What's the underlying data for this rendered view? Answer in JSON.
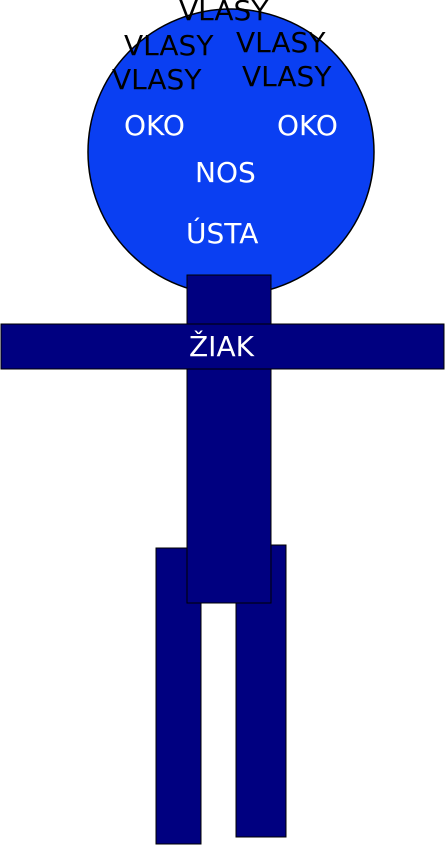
{
  "colors": {
    "head_fill": "#0a3ff2",
    "body_fill": "#000080",
    "outline": "#000000",
    "hair_text": "#000000",
    "face_text": "#ffffff"
  },
  "labels": {
    "hair": [
      "VLASY",
      "VLASY",
      "VLASY",
      "VLASY",
      "VLASY"
    ],
    "eye_left": "OKO",
    "eye_right": "OKO",
    "nose": "NOS",
    "mouth": "ÚSTA",
    "torso": "ŽIAK"
  }
}
